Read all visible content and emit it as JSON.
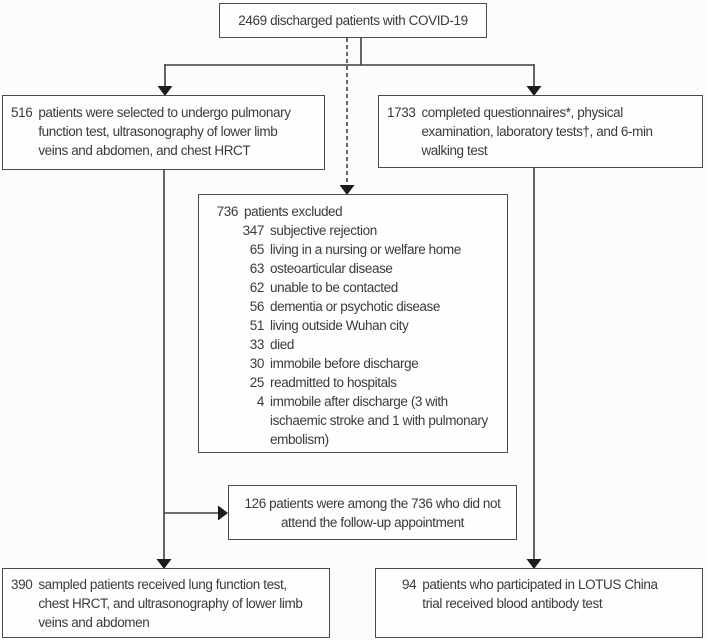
{
  "diagram": {
    "description": "Patient flow diagram for discharged COVID-19 patients follow-up study",
    "colors": {
      "background": "#fcfcfc",
      "box_background": "#fefefe",
      "box_border": "#4b4b4b",
      "text": "#3b3b3b",
      "connector_line": "#3f3f3f",
      "arrowhead": "#1c1c1c"
    },
    "boxes": {
      "discharged": {
        "text": "2469 discharged patients with COVID-19"
      },
      "selected": {
        "number": "516",
        "lines": [
          "patients were selected to undergo pulmonary",
          "function test, ultrasonography of lower limb",
          "veins and abdomen, and chest HRCT"
        ]
      },
      "completed": {
        "number": "1733",
        "lines": [
          "completed questionnaires*, physical",
          "examination, laboratory tests†, and 6-min",
          "walking test"
        ]
      },
      "excluded": {
        "rows": [
          {
            "number": "736",
            "lines": [
              "patients excluded"
            ]
          },
          {
            "number": "347",
            "lines": [
              "subjective rejection"
            ]
          },
          {
            "number": "65",
            "lines": [
              "living in a nursing or welfare home"
            ]
          },
          {
            "number": "63",
            "lines": [
              "osteoarticular disease"
            ]
          },
          {
            "number": "62",
            "lines": [
              "unable to be contacted"
            ]
          },
          {
            "number": "56",
            "lines": [
              "dementia or psychotic disease"
            ]
          },
          {
            "number": "51",
            "lines": [
              "living outside Wuhan city"
            ]
          },
          {
            "number": "33",
            "lines": [
              "died"
            ]
          },
          {
            "number": "30",
            "lines": [
              "immobile before discharge"
            ]
          },
          {
            "number": "25",
            "lines": [
              "readmitted to hospitals"
            ]
          },
          {
            "number": "4",
            "lines": [
              "immobile after discharge (3 with",
              "ischaemic stroke and 1 with pulmonary",
              "embolism)"
            ]
          }
        ]
      },
      "followup": {
        "lines": [
          "126 patients were among the 736 who did not",
          "attend the follow-up appointment"
        ]
      },
      "sampled": {
        "number": "390",
        "lines": [
          "sampled patients received lung function test,",
          "chest HRCT, and ultrasonography of lower limb",
          "veins and abdomen"
        ]
      },
      "lotus": {
        "number": "94",
        "lines": [
          "patients who participated in LOTUS China",
          "trial received blood antibody test"
        ]
      }
    }
  }
}
